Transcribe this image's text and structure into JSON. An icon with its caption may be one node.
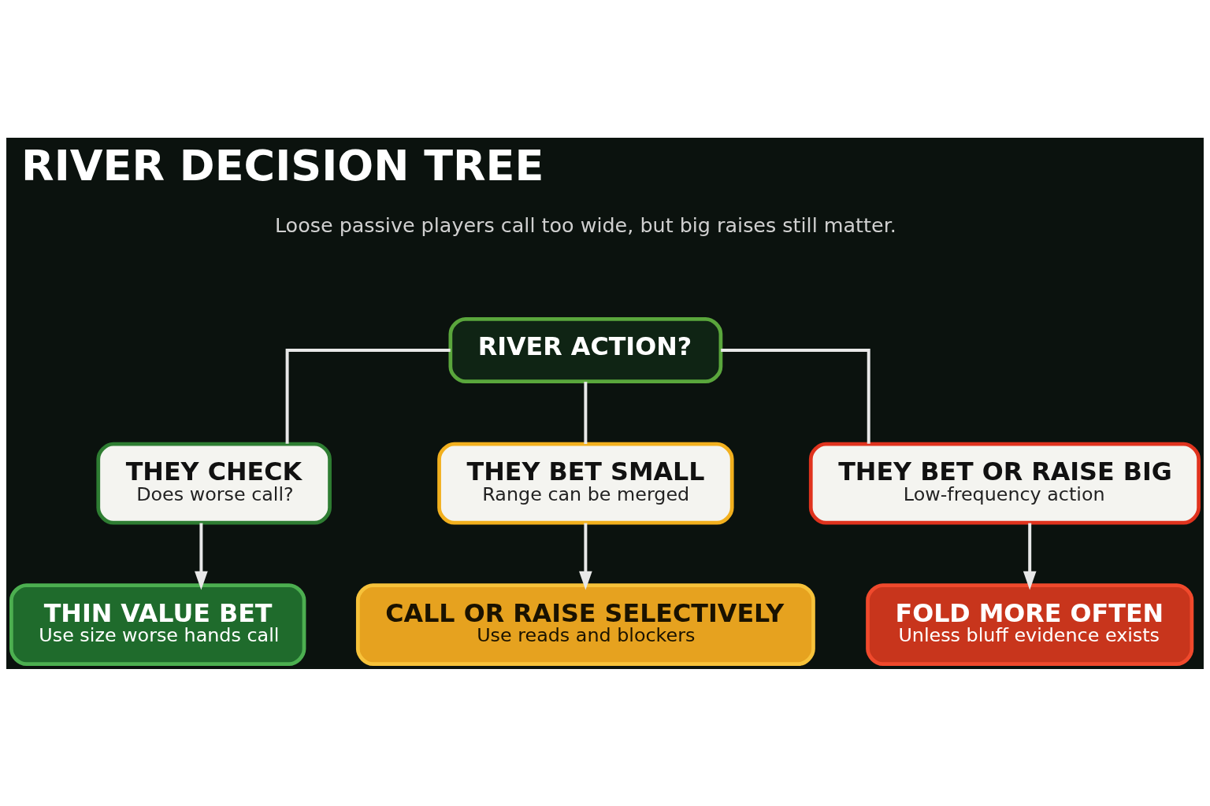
{
  "diagram": {
    "title": "RIVER DECISION TREE",
    "nodes": [
      {
        "text": [
          "RIVER ACTION?"
        ]
      },
      {
        "text": [
          "THEY CHECK",
          "Does worse call?"
        ]
      },
      {
        "text": [
          "THEY BET SMALL",
          "Range can be merged"
        ]
      },
      {
        "text": [
          "THEY BET OR RAISE BIG",
          "Low-frequency action"
        ]
      },
      {
        "text": [
          "THIN VALUE BET",
          "Use size worse hands call"
        ]
      },
      {
        "text": [
          "CALL OR RAISE SELECTIVELY",
          "Use reads and blockers"
        ]
      },
      {
        "text": [
          "FOLD MORE OFTEN",
          "Unless bluff evidence exists"
        ]
      }
    ],
    "edges": [
      {
        "from": 0,
        "to": 1,
        "arrow": "none"
      },
      {
        "from": 0,
        "to": 2,
        "arrow": "none"
      },
      {
        "from": 0,
        "to": 3,
        "arrow": "none"
      },
      {
        "from": 1,
        "to": 4,
        "arrow": "to"
      },
      {
        "from": 2,
        "to": 5,
        "arrow": "to"
      },
      {
        "from": 3,
        "to": 6,
        "arrow": "to"
      }
    ],
    "labels": [
      "Loose passive players call too wide, but big raises still matter."
    ]
  }
}
